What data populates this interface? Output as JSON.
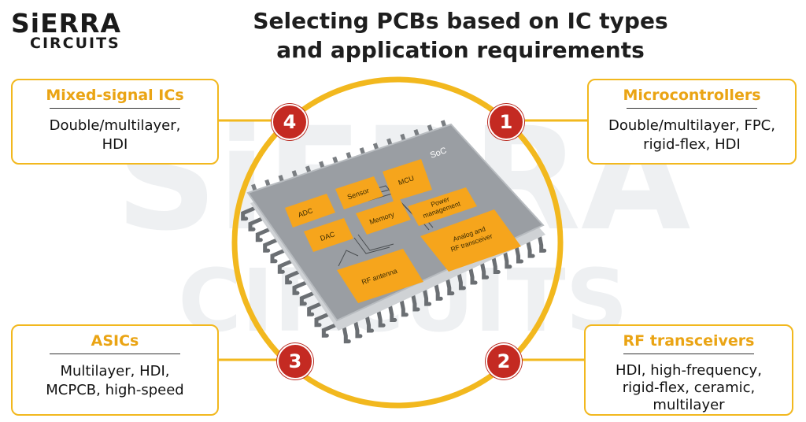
{
  "logo": {
    "line1": "SiERRA",
    "line2": "CIRCUITS"
  },
  "watermark": {
    "line1": "SiERRA",
    "line2": "CIRCUITS"
  },
  "title": {
    "line1": "Selecting PCBs based on IC types",
    "line2": "and application requirements"
  },
  "cards": {
    "mixed": {
      "number": "4",
      "heading": "Mixed-signal ICs",
      "lines": [
        "Double/multilayer,",
        "HDI"
      ]
    },
    "micro": {
      "number": "1",
      "heading": "Microcontrollers",
      "lines": [
        "Double/multilayer, FPC,",
        "rigid-flex, HDI"
      ]
    },
    "asic": {
      "number": "3",
      "heading": "ASICs",
      "lines": [
        "Multilayer, HDI,",
        "MCPCB, high-speed"
      ]
    },
    "rf": {
      "number": "2",
      "heading": "RF transceivers",
      "lines": [
        "HDI, high-frequency,",
        "rigid-flex, ceramic,",
        "multilayer"
      ]
    }
  },
  "chip": {
    "label": "SoC",
    "blocks": {
      "adc": "ADC",
      "sensor": "Sensor",
      "mcu": "MCU",
      "power_1": "Power",
      "power_2": "management",
      "dac": "DAC",
      "memory": "Memory",
      "analog_1": "Analog and",
      "analog_2": "RF transceiver",
      "rf_antenna": "RF antenna"
    }
  },
  "colors": {
    "accent": "#f2b81e",
    "heading": "#eaa414",
    "badge": "#c42a22",
    "block": "#f6a51c",
    "chip": "#9a9ea3"
  }
}
